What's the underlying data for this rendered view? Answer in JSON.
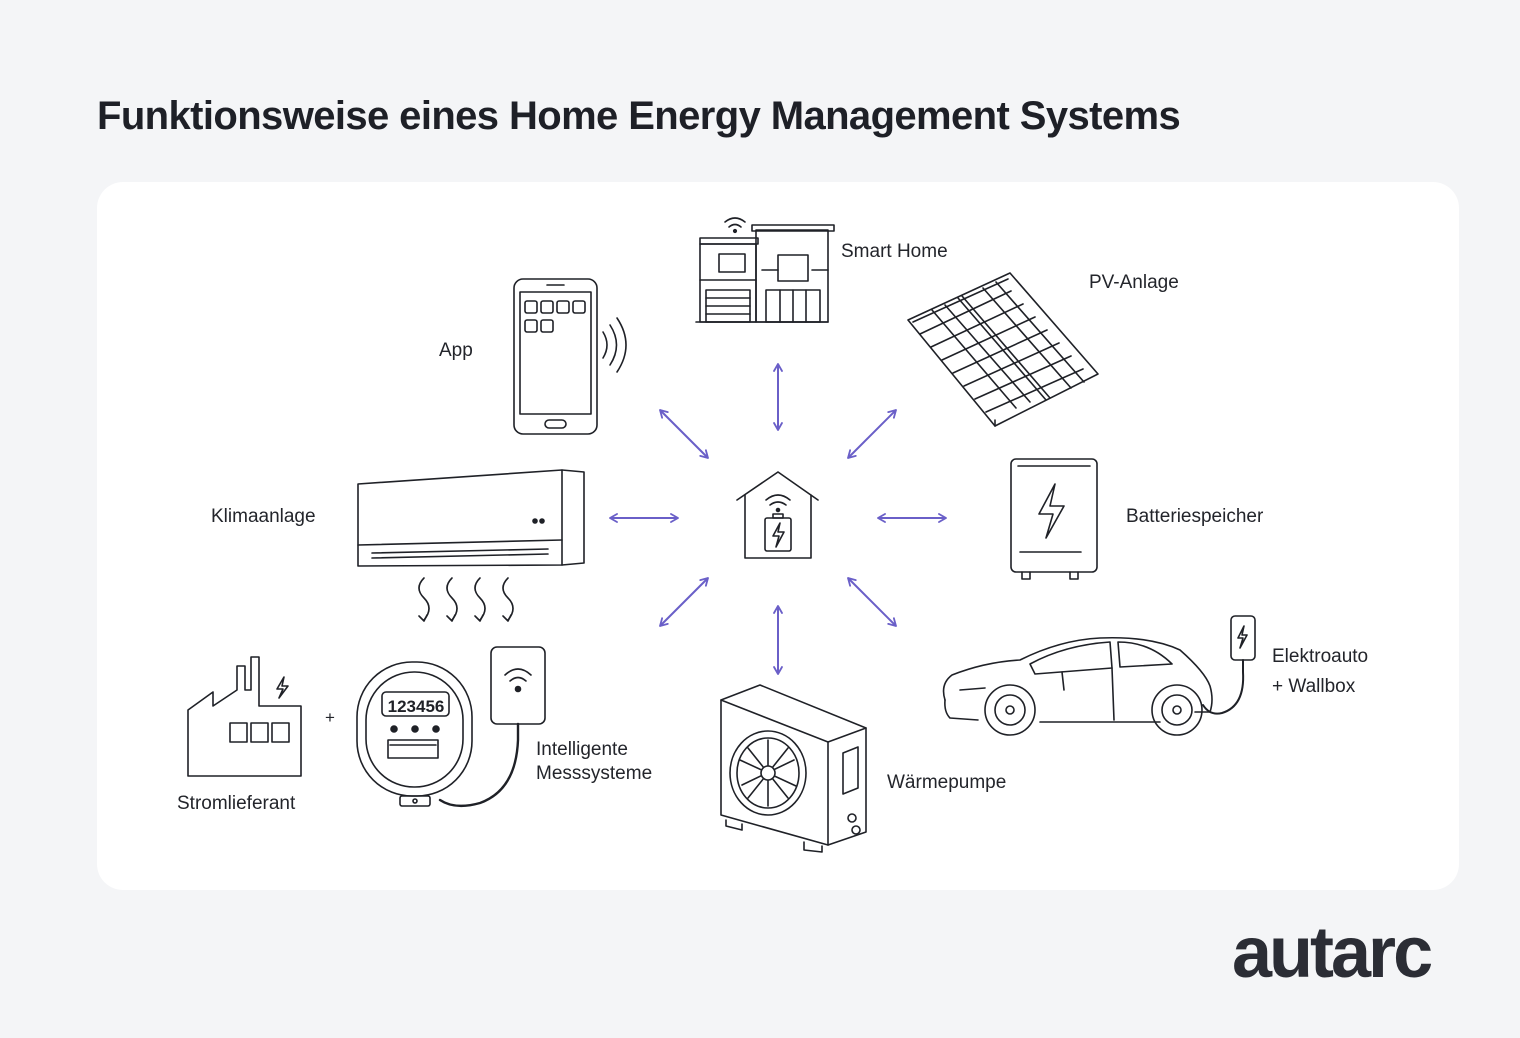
{
  "title": "Funktionsweise eines Home Energy Management Systems",
  "labels": {
    "smart_home": "Smart Home",
    "pv": "PV-Anlage",
    "app": "App",
    "klima": "Klimaanlage",
    "batterie": "Batteriespeicher",
    "auto_line1": "Elektroauto",
    "auto_line2": "+ Wallbox",
    "strom": "Stromlieferant",
    "plus": "+",
    "mess_line1": "Intelligente",
    "mess_line2": "Messsysteme",
    "waerme": "Wärmepumpe"
  },
  "meter_reading": "123456",
  "logo": "autarc",
  "colors": {
    "background": "#f4f5f7",
    "card": "#ffffff",
    "arrow": "#6a5fc8",
    "ink": "#1f2127"
  }
}
